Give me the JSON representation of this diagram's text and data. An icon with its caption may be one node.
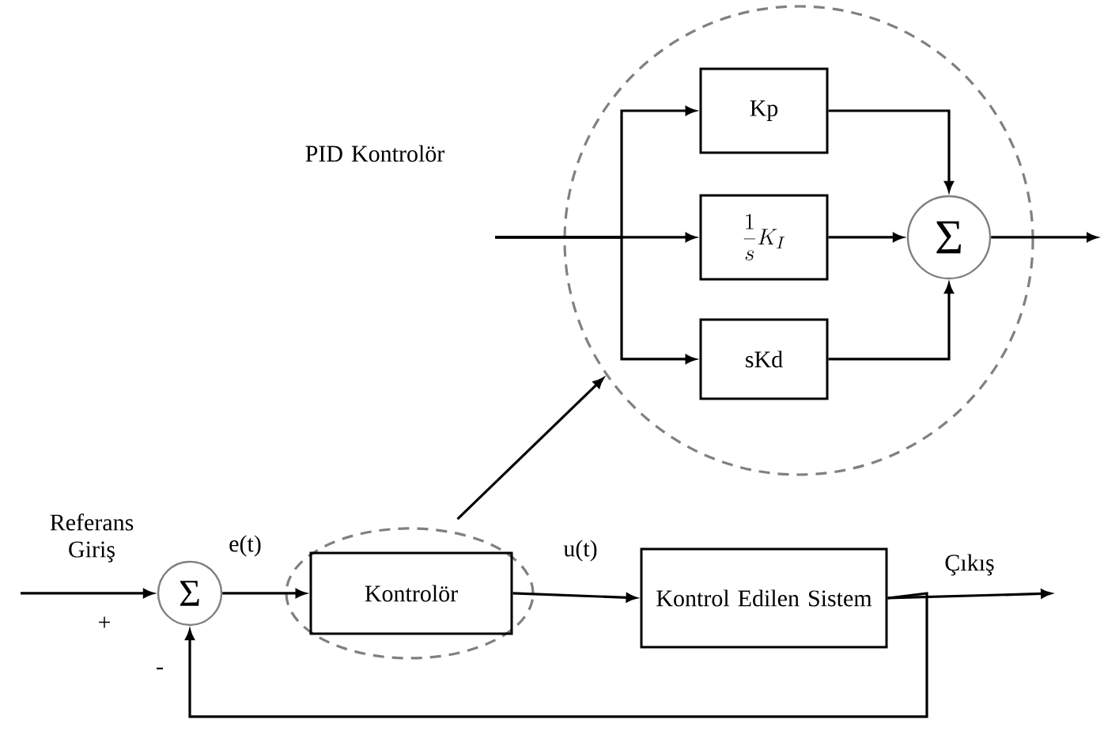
{
  "diagram": {
    "nodes": [
      {
        "text": [
          "Σ"
        ]
      },
      {
        "text": [],
        "shape": "ellipse"
      },
      {
        "text": [
          "Kontrolör"
        ],
        "in": 1
      },
      {
        "text": [
          "Kontrol Edilen Sistem"
        ]
      },
      {
        "text": [],
        "shape": "circle"
      },
      {
        "text": [
          "Kp"
        ],
        "in": 4
      },
      {
        "text": [
          "\\frac{1}{s}K_{I}"
        ],
        "in": 4
      },
      {
        "text": [
          "sKd"
        ],
        "in": 4
      },
      {
        "text": [
          "Σ"
        ],
        "in": 4
      }
    ],
    "edges": [
      {
        "from": null,
        "to": 0,
        "arrow": "to"
      },
      {
        "from": 0,
        "to": 2,
        "arrow": "to",
        "label": "e(t)"
      },
      {
        "from": 2,
        "to": 3,
        "arrow": "to",
        "label": "u(t)"
      },
      {
        "from": 3,
        "to": null,
        "arrow": "to",
        "label": "Çıkış"
      },
      {
        "from": 3,
        "to": 0,
        "arrow": "to"
      },
      {
        "from": 1,
        "to": 4,
        "arrow": "to"
      },
      {
        "from": null,
        "to": 5,
        "arrow": "to"
      },
      {
        "from": null,
        "to": 6,
        "arrow": "to"
      },
      {
        "from": null,
        "to": 7,
        "arrow": "to"
      },
      {
        "from": 5,
        "to": 8,
        "arrow": "to"
      },
      {
        "from": 6,
        "to": 8,
        "arrow": "to"
      },
      {
        "from": 7,
        "to": 8,
        "arrow": "to"
      },
      {
        "from": 8,
        "to": null,
        "arrow": "to"
      }
    ],
    "labels": [
      "PID Kontrolör",
      "Referans Giriş",
      "+",
      "-"
    ]
  }
}
